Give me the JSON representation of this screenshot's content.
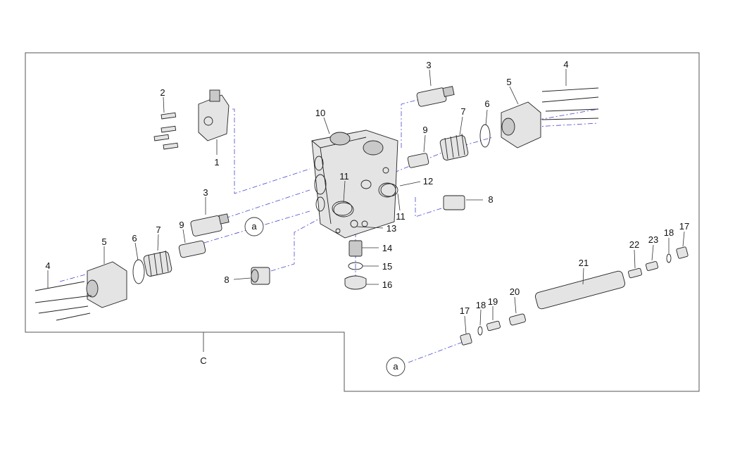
{
  "diagram": {
    "section_label": "C",
    "reference_marker": "a",
    "callouts": [
      {
        "id": "c1",
        "text": "1"
      },
      {
        "id": "c2",
        "text": "2"
      },
      {
        "id": "c3a",
        "text": "3"
      },
      {
        "id": "c3b",
        "text": "3"
      },
      {
        "id": "c4a",
        "text": "4"
      },
      {
        "id": "c4b",
        "text": "4"
      },
      {
        "id": "c5a",
        "text": "5"
      },
      {
        "id": "c5b",
        "text": "5"
      },
      {
        "id": "c6a",
        "text": "6"
      },
      {
        "id": "c6b",
        "text": "6"
      },
      {
        "id": "c7a",
        "text": "7"
      },
      {
        "id": "c7b",
        "text": "7"
      },
      {
        "id": "c8a",
        "text": "8"
      },
      {
        "id": "c8b",
        "text": "8"
      },
      {
        "id": "c9a",
        "text": "9"
      },
      {
        "id": "c9b",
        "text": "9"
      },
      {
        "id": "c10",
        "text": "10"
      },
      {
        "id": "c11a",
        "text": "11"
      },
      {
        "id": "c11b",
        "text": "11"
      },
      {
        "id": "c12",
        "text": "12"
      },
      {
        "id": "c13",
        "text": "13"
      },
      {
        "id": "c14",
        "text": "14"
      },
      {
        "id": "c15",
        "text": "15"
      },
      {
        "id": "c16",
        "text": "16"
      },
      {
        "id": "c17a",
        "text": "17"
      },
      {
        "id": "c17b",
        "text": "17"
      },
      {
        "id": "c18a",
        "text": "18"
      },
      {
        "id": "c18b",
        "text": "18"
      },
      {
        "id": "c19",
        "text": "19"
      },
      {
        "id": "c20",
        "text": "20"
      },
      {
        "id": "c21",
        "text": "21"
      },
      {
        "id": "c22",
        "text": "22"
      },
      {
        "id": "c23",
        "text": "23"
      }
    ]
  }
}
